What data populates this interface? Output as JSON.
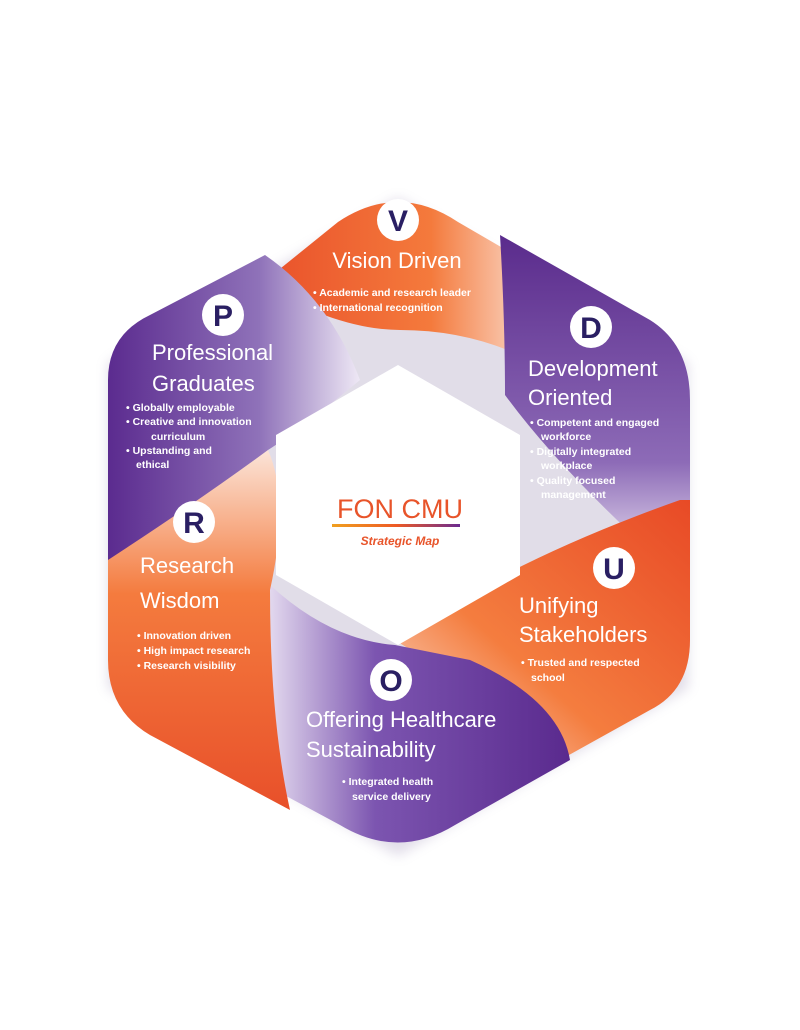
{
  "center": {
    "title": "FON CMU",
    "subtitle": "Strategic Map"
  },
  "colors": {
    "orange": "#f15a24",
    "purple": "#5b2a91",
    "center_accent": "#e8542a",
    "letter_text": "#2a1f63"
  },
  "segments": [
    {
      "letter": "V",
      "title_lines": [
        "Vision Driven"
      ],
      "bullets": [
        "Academic and research leader",
        "International recognition"
      ]
    },
    {
      "letter": "D",
      "title_lines": [
        "Development",
        "Oriented"
      ],
      "bullets": [
        "Competent and engaged",
        "workforce",
        "Digitally integrated",
        "workplace",
        "Quality focused",
        "management"
      ]
    },
    {
      "letter": "U",
      "title_lines": [
        "Unifying",
        "Stakeholders"
      ],
      "bullets": [
        "Trusted and respected",
        "school"
      ]
    },
    {
      "letter": "O",
      "title_lines": [
        "Offering Healthcare",
        "Sustainability"
      ],
      "bullets": [
        "Integrated health",
        "service delivery"
      ]
    },
    {
      "letter": "R",
      "title_lines": [
        "Research",
        "Wisdom"
      ],
      "bullets": [
        "Innovation driven",
        "High impact research",
        "Research visibility"
      ]
    },
    {
      "letter": "P",
      "title_lines": [
        "Professional",
        "Graduates"
      ],
      "bullets": [
        "Globally employable",
        "Creative and innovation",
        "curriculum",
        "Upstanding and",
        "ethical"
      ]
    }
  ]
}
